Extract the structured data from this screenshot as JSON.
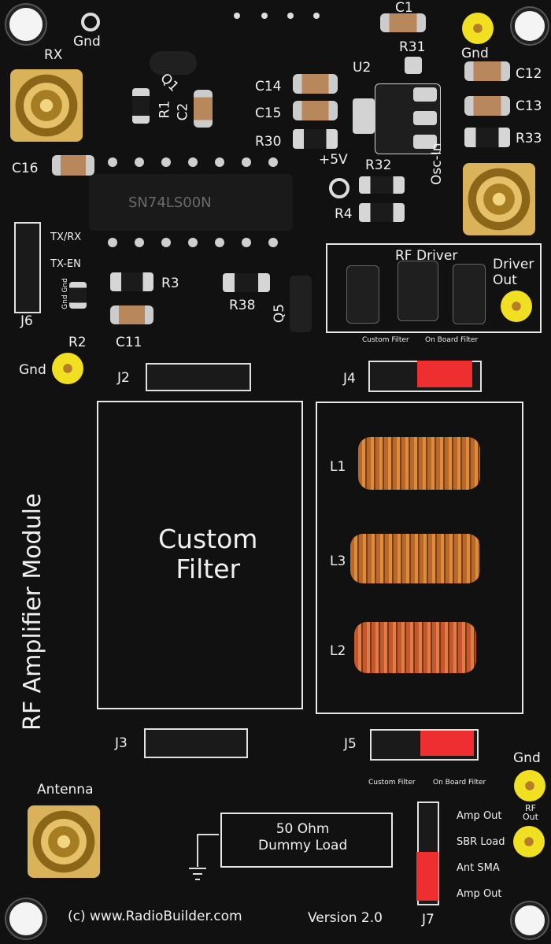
{
  "board_title": "RF Amplifier Module",
  "labels": {
    "rx": "RX",
    "gnd_top_left": "Gnd",
    "gnd_top_right": "Gnd",
    "osc_in": "Osc-In",
    "plus_5v": "+5V",
    "rf_driver": "RF Driver",
    "driver_out": "Driver\nOut",
    "custom_filter": "Custom\nFilter",
    "antenna": "Antenna",
    "gnd_left": "Gnd",
    "gnd_bottom_right": "Gnd",
    "rf_out": "RF\nOut",
    "dummy_load": "50 Ohm\nDummy Load",
    "website": "(c) www.RadioBuilder.com",
    "version": "Version 2.0"
  },
  "ic_text": "SN74LS00N",
  "designators": {
    "c1": "C1",
    "c2": "C2",
    "c11": "C11",
    "c12": "C12",
    "c13": "C13",
    "c14": "C14",
    "c15": "C15",
    "c16": "C16",
    "r1": "R1",
    "r2": "R2",
    "r3": "R3",
    "r4": "R4",
    "r30": "R30",
    "r31": "R31",
    "r32": "R32",
    "r33": "R33",
    "r38": "R38",
    "u2": "U2",
    "q1": "Q1",
    "q5": "Q5",
    "j2": "J2",
    "j3": "J3",
    "j4": "J4",
    "j5": "J5",
    "j6": "J6",
    "j7": "J7",
    "l1": "L1",
    "l2": "L2",
    "l3": "L3"
  },
  "small_labels": {
    "tx_rx": "TX/RX",
    "tx_en": "TX-EN",
    "gnd_gnd": "Gnd Gnd",
    "custom_filter": "Custom Filter",
    "on_board_filter": "On Board Filter",
    "amp_out_top": "Amp Out",
    "sbr_load": "SBR Load",
    "ant_sma": "Ant SMA",
    "amp_out_bottom": "Amp Out"
  }
}
